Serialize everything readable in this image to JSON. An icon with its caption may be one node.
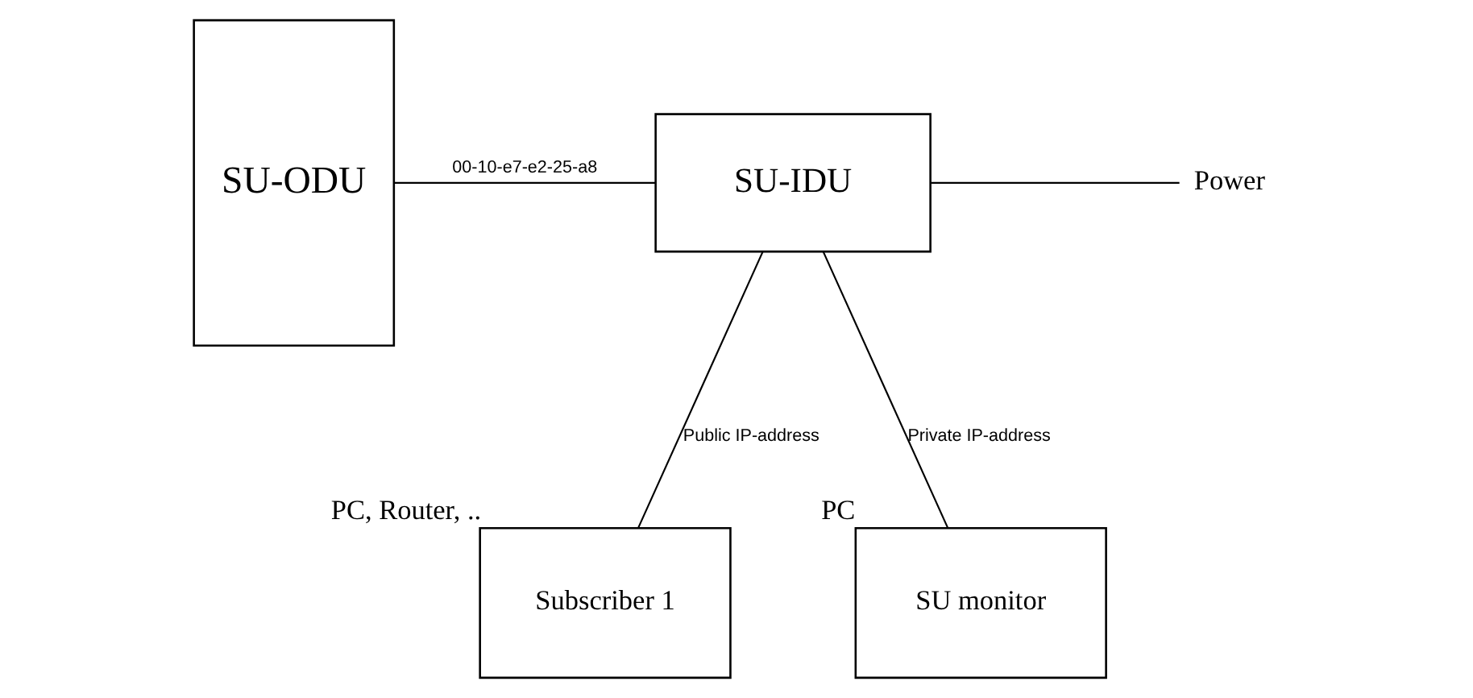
{
  "diagram": {
    "nodes": [
      {
        "text": [
          "SU-ODU"
        ]
      },
      {
        "text": [
          "SU-IDU"
        ]
      },
      {
        "text": [
          "Power"
        ]
      },
      {
        "text": [
          "Subscriber 1"
        ],
        "beside": [
          "PC, Router, .."
        ]
      },
      {
        "text": [
          "SU monitor"
        ],
        "beside": [
          "PC"
        ]
      }
    ],
    "edges": [
      {
        "from": 0,
        "to": 1,
        "arrow": "none",
        "label": "00-10-e7-e2-25-a8"
      },
      {
        "from": 1,
        "to": 2,
        "arrow": "none"
      },
      {
        "from": 1,
        "to": 3,
        "arrow": "none",
        "label": "Public IP-address"
      },
      {
        "from": 1,
        "to": 4,
        "arrow": "none",
        "label": "Private IP-address"
      }
    ]
  }
}
